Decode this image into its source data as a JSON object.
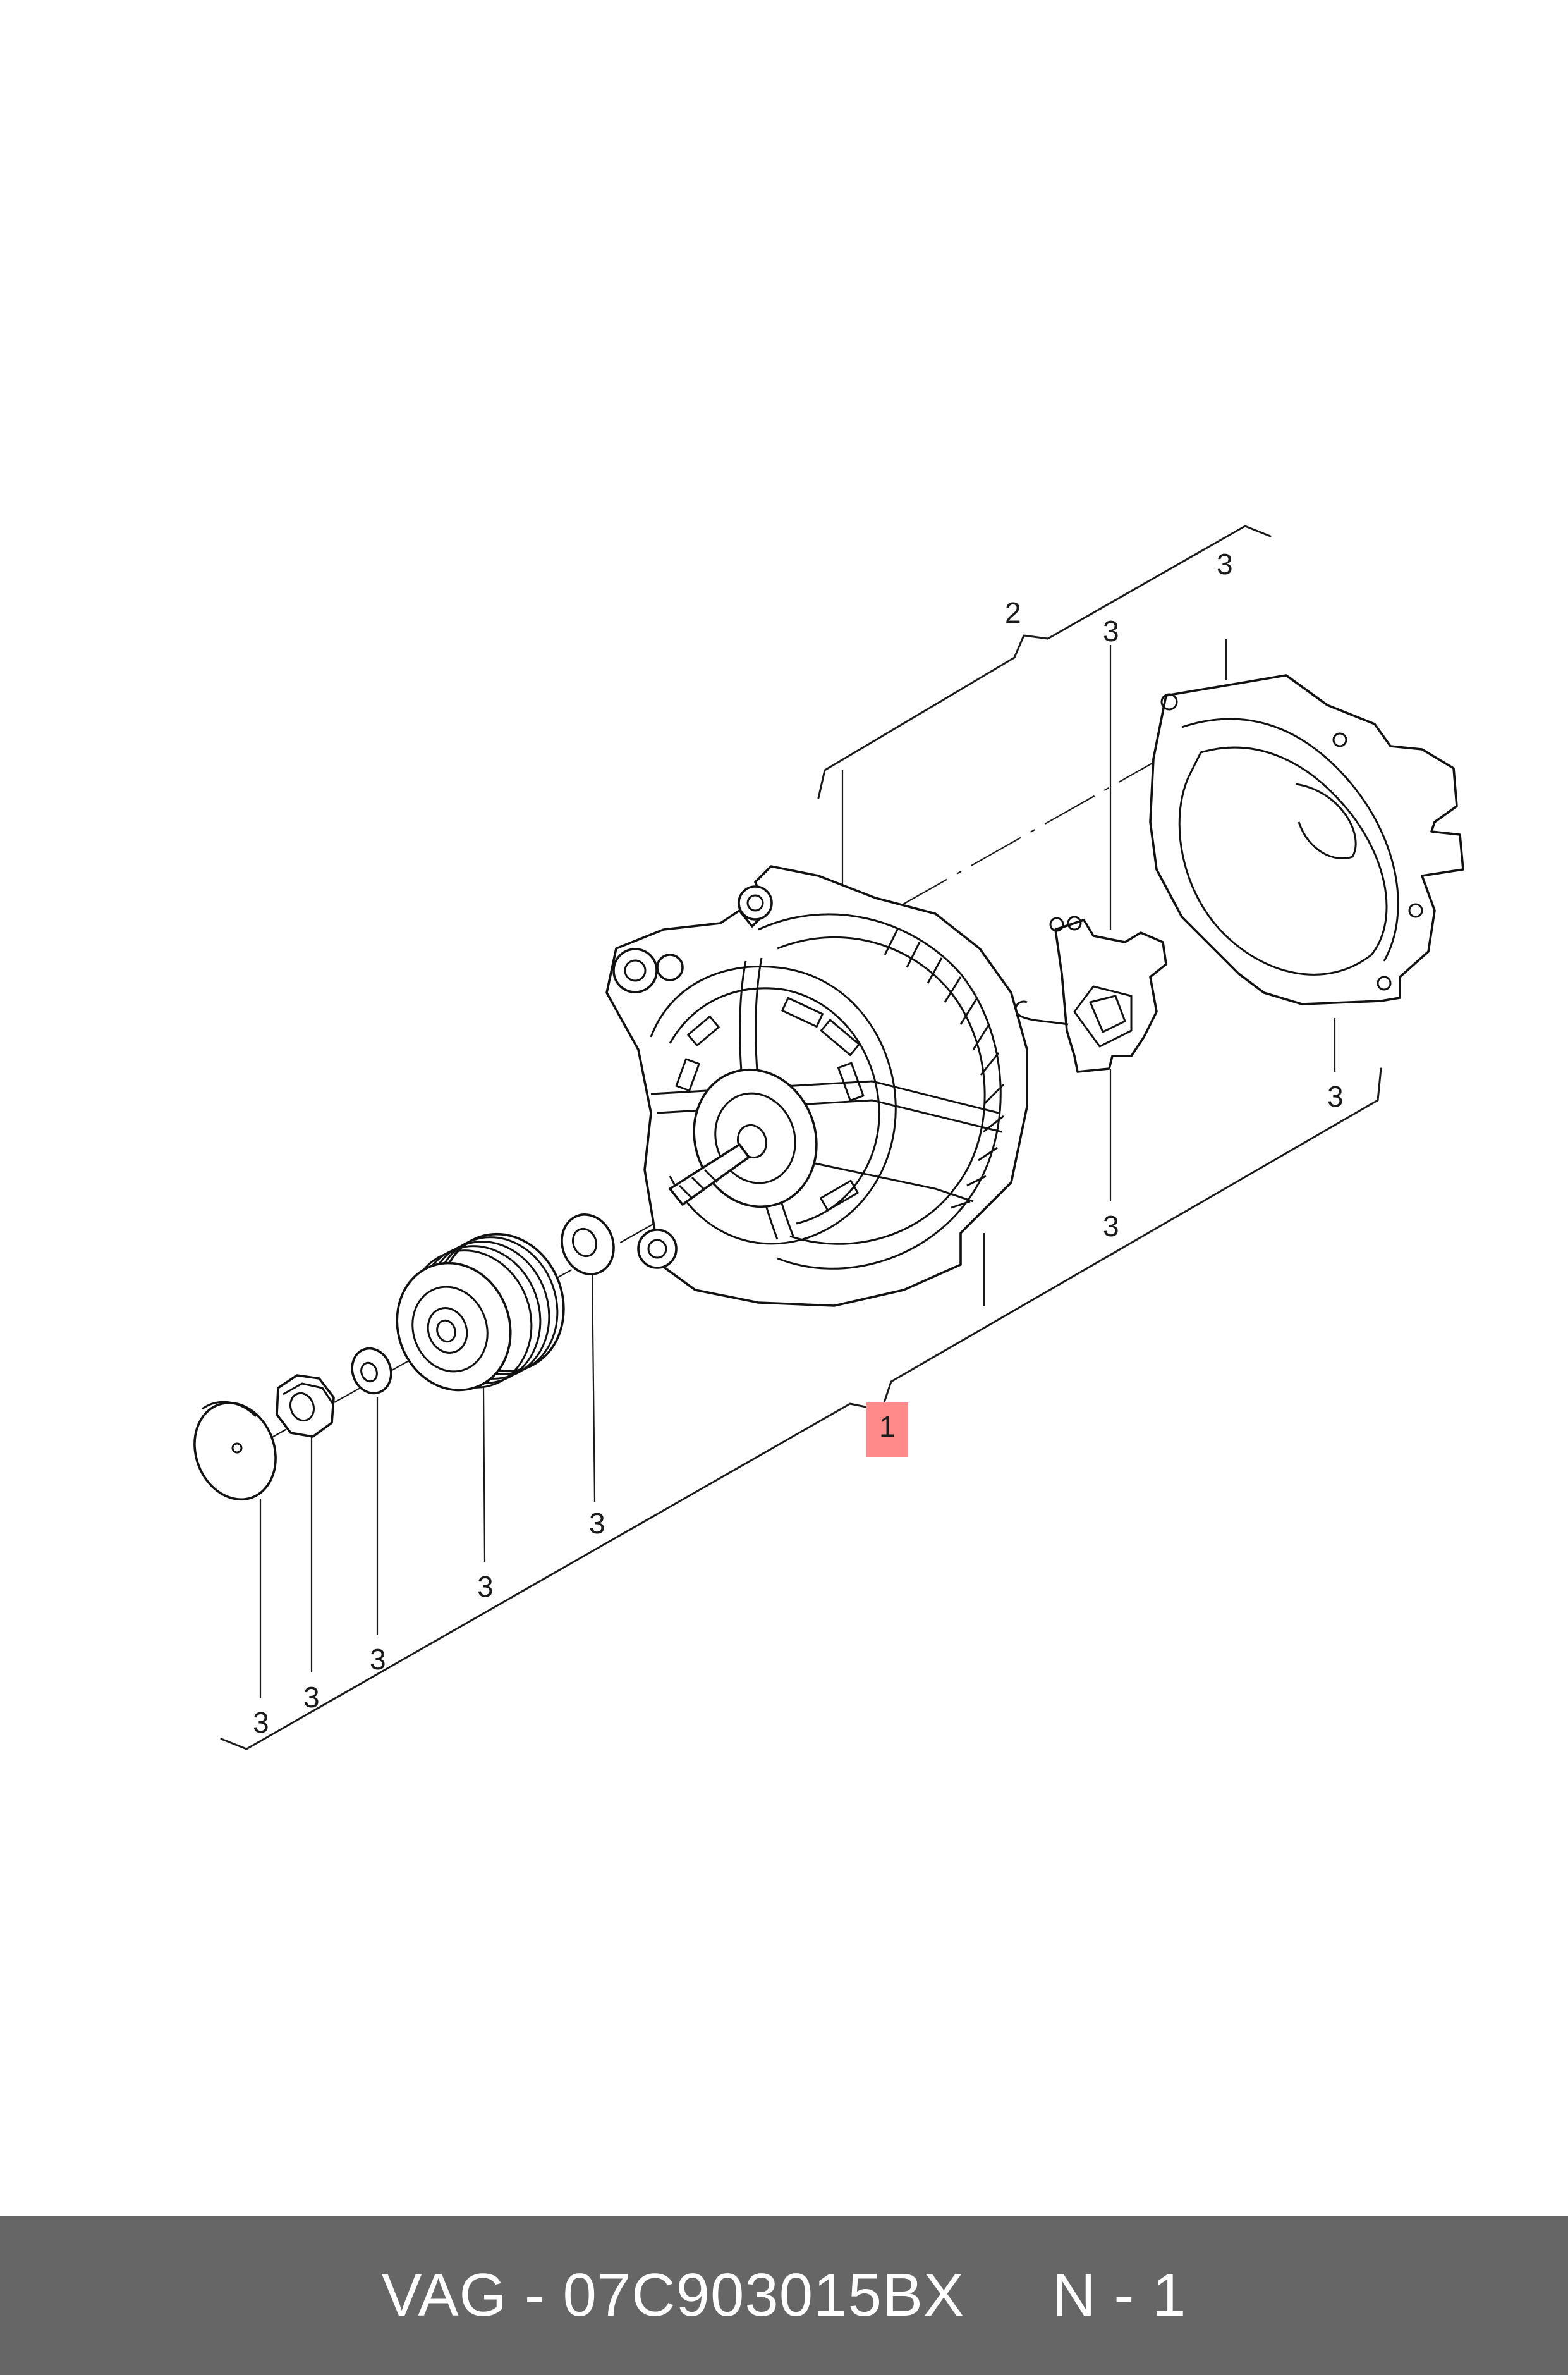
{
  "callouts": {
    "main_assembly": "1",
    "rear_group": "2",
    "rear_cover": "3",
    "regulator_top": "3",
    "regulator_bottom": "3",
    "cover_bottom": "3",
    "bearing_washer": "3",
    "pulley": "3",
    "spacer_washer": "3",
    "nut": "3",
    "cap": "3"
  },
  "highlight_color": "#ff8a8a",
  "footer": {
    "text": "VAG - 07C903015BX     N - 1",
    "background": "#666666"
  }
}
